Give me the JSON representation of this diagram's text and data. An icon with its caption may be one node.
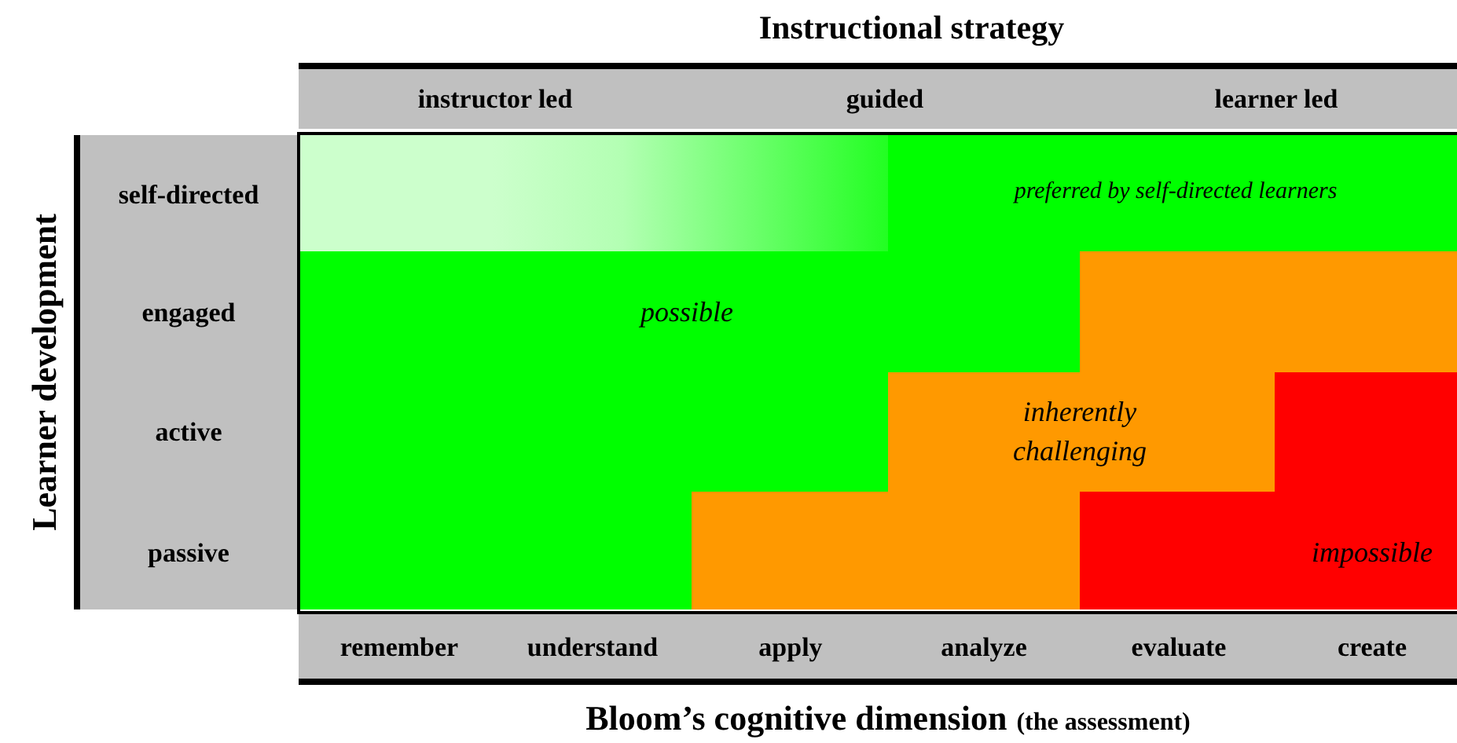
{
  "diagram": {
    "labels": [
      "Instructional strategy",
      "instructor led",
      "guided",
      "learner led",
      "Learner development",
      "self-directed",
      "preferred by self-directed learners",
      "engaged",
      "possible",
      "active",
      "inherently challenging",
      "passive",
      "impossible",
      "remember",
      "understand",
      "apply",
      "analyze",
      "evaluate",
      "create",
      "Bloom’s cognitive dimension",
      "(the assessment)"
    ]
  }
}
